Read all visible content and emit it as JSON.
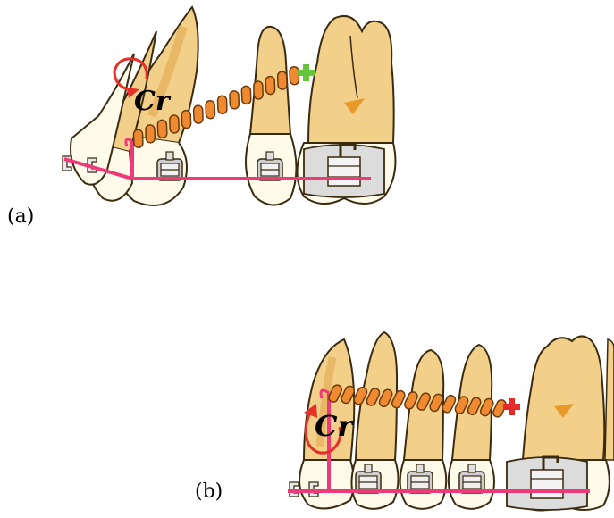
{
  "panels": [
    {
      "label": "(a)",
      "center_of_resistance_label": "Cr"
    },
    {
      "label": "(b)",
      "center_of_resistance_label": "Cr"
    }
  ],
  "colors": {
    "tooth_fill": "#f2d08a",
    "tooth_shade": "#e2a94f",
    "tooth_outline": "#3a2a10",
    "crown_fill": "#fffbea",
    "archwire": "#ee3a78",
    "rotation_arrow": "#e8302a",
    "spring_fill": "#f08a30",
    "spring_stroke": "#6b3a0a",
    "anchor_a": "#66c43a",
    "anchor_b": "#e62a2a",
    "band_fill": "#dcdcdc",
    "bracket_fill": "#cfcfcf"
  },
  "icons": [
    "lingual-attachment-icon",
    "bracket-icon",
    "molar-band-icon",
    "coil-spring-icon",
    "rotation-arrow-icon",
    "anchor-cross-icon"
  ]
}
